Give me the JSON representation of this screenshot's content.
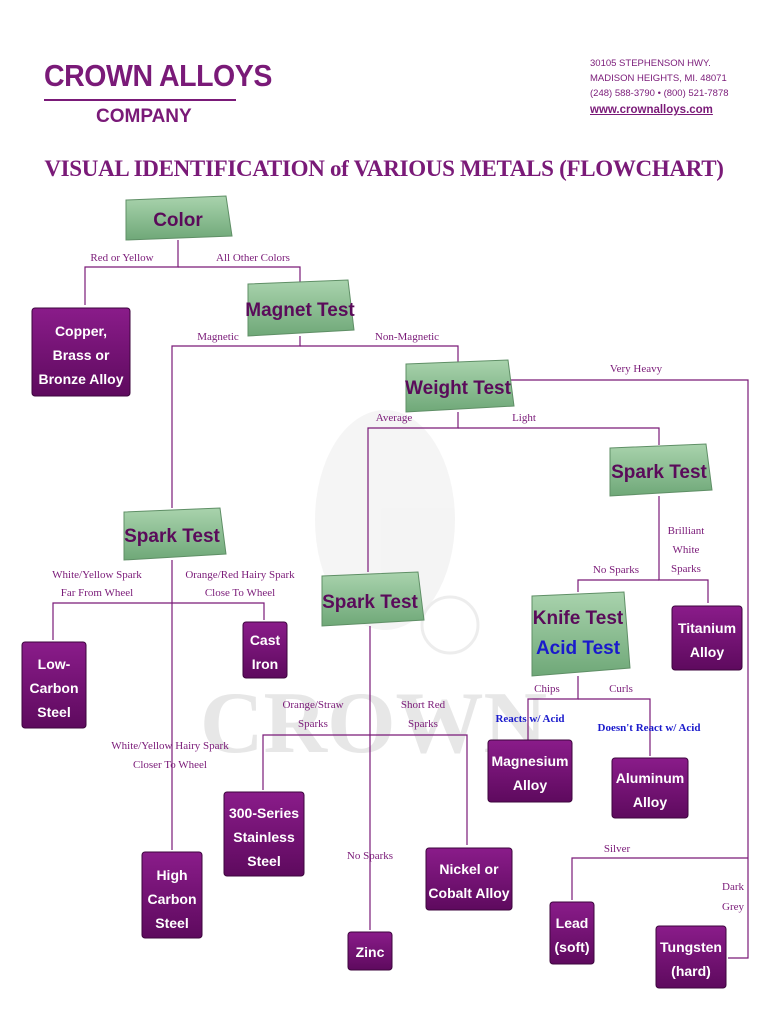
{
  "header": {
    "brand_name": "CROWN ALLOYS",
    "brand_company": "COMPANY",
    "address_line1": "30105 STEPHENSON HWY.",
    "address_line2": "MADISON HEIGHTS, MI. 48071",
    "phone_line": "(248) 588-3790 • (800) 521-7878",
    "website": "www.crownalloys.com"
  },
  "title": "VISUAL IDENTIFICATION of VARIOUS METALS (FLOWCHART)",
  "watermark": "CROWN",
  "colors": {
    "brand": "#7a1a78",
    "test_box": "#8fbf95",
    "result_box": "#7a127a",
    "accent_blue": "#1a1acc"
  },
  "tests": {
    "color": "Color",
    "magnet": "Magnet Test",
    "weight": "Weight Test",
    "spark_light": "Spark Test",
    "spark_magnetic": "Spark Test",
    "spark_average": "Spark Test",
    "knife": "Knife Test",
    "acid": "Acid Test"
  },
  "results": {
    "copper": [
      "Copper,",
      "Brass or",
      "Bronze Alloy"
    ],
    "low_carbon": [
      "Low-",
      "Carbon",
      "Steel"
    ],
    "cast_iron": [
      "Cast",
      "Iron"
    ],
    "high_carbon": [
      "High",
      "Carbon",
      "Steel"
    ],
    "stainless": [
      "300-Series",
      "Stainless",
      "Steel"
    ],
    "zinc": [
      "Zinc"
    ],
    "nickel": [
      "Nickel or",
      "Cobalt Alloy"
    ],
    "titanium": [
      "Titanium",
      "Alloy"
    ],
    "magnesium": [
      "Magnesium",
      "Alloy"
    ],
    "aluminum": [
      "Aluminum",
      "Alloy"
    ],
    "lead": [
      "Lead",
      "(soft)"
    ],
    "tungsten": [
      "Tungsten",
      "(hard)"
    ]
  },
  "labels": {
    "red_yellow": "Red or Yellow",
    "all_other": "All Other Colors",
    "magnetic": "Magnetic",
    "non_magnetic": "Non-Magnetic",
    "very_heavy": "Very Heavy",
    "average": "Average",
    "light": "Light",
    "brilliant": [
      "Brilliant",
      "White",
      "Sparks"
    ],
    "no_sparks_light": "No Sparks",
    "white_yellow_far": [
      "White/Yellow Spark",
      "Far From Wheel"
    ],
    "orange_red_hairy": [
      "Orange/Red Hairy Spark",
      "Close To Wheel"
    ],
    "white_yellow_hairy": [
      "White/Yellow Hairy Spark",
      "Closer To Wheel"
    ],
    "orange_straw": [
      "Orange/Straw",
      "Sparks"
    ],
    "short_red": [
      "Short Red",
      "Sparks"
    ],
    "no_sparks_avg": "No Sparks",
    "chips": "Chips",
    "curls": "Curls",
    "reacts": "Reacts w/ Acid",
    "doesnt_react": "Doesn't React w/ Acid",
    "silver": "Silver",
    "dark_grey": [
      "Dark",
      "Grey"
    ]
  }
}
